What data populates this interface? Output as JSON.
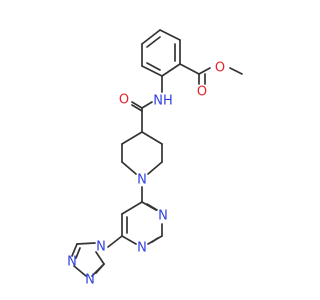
{
  "molecule": {
    "atoms": {
      "o_ether": {
        "label": "O",
        "color": "#e8232b"
      },
      "o_carbonyl": {
        "label": "O",
        "color": "#e8232b"
      },
      "o_amide": {
        "label": "O",
        "color": "#e8232b"
      },
      "n_amide": {
        "label": "NH",
        "color": "#3040e0"
      },
      "n_piperidine": {
        "label": "N",
        "color": "#3040e0"
      },
      "n_pyr_a": {
        "label": "N",
        "color": "#3040e0"
      },
      "n_pyr_b": {
        "label": "N",
        "color": "#3040e0"
      },
      "n_triazole_1": {
        "label": "N",
        "color": "#3040e0"
      },
      "n_triazole_2": {
        "label": "N",
        "color": "#3040e0"
      },
      "n_triazole_4": {
        "label": "N",
        "color": "#3040e0"
      }
    }
  }
}
